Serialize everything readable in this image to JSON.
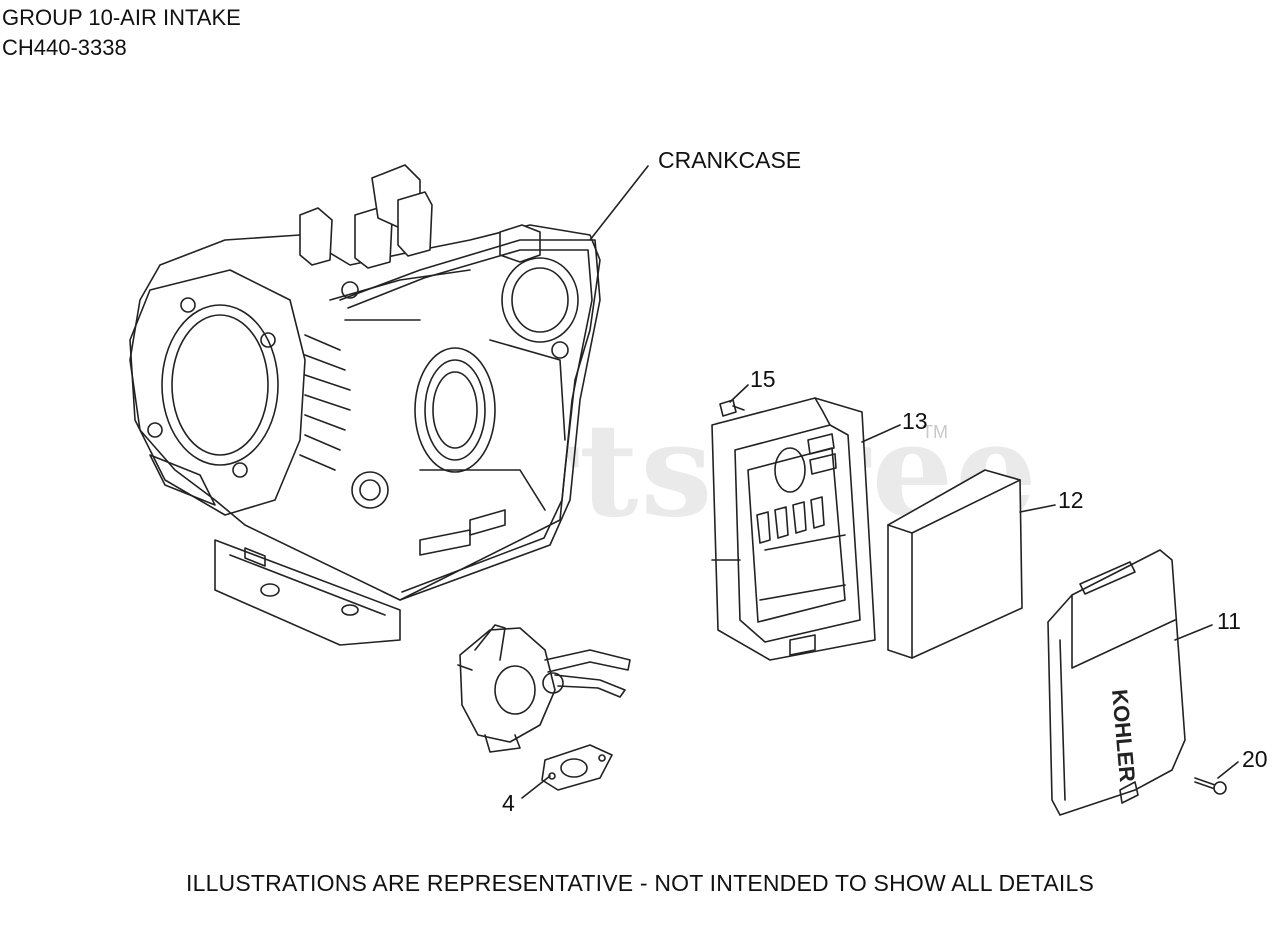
{
  "header": {
    "title": "GROUP 10-AIR INTAKE",
    "model": "CH440-3338"
  },
  "callouts": {
    "crankcase": "CRANKCASE",
    "p15": "15",
    "p13": "13",
    "p12": "12",
    "p11": "11",
    "p20": "20",
    "p4": "4"
  },
  "watermark": {
    "text": "PartsTree",
    "tm": "TM"
  },
  "cover_brand": "KOHLER",
  "footer": "ILLUSTRATIONS ARE REPRESENTATIVE - NOT INTENDED TO SHOW ALL DETAILS"
}
